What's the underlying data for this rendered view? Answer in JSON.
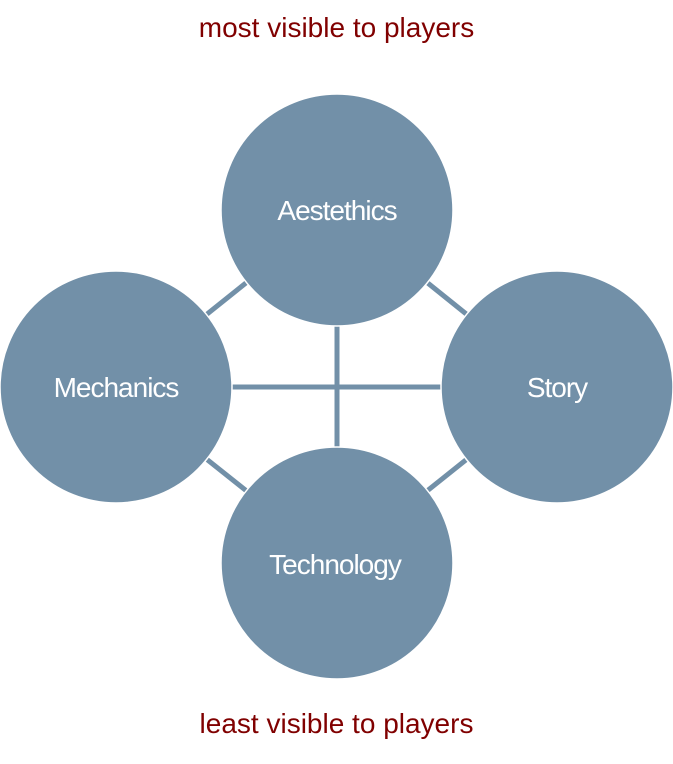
{
  "top_caption": "most visible to players",
  "bottom_caption": "least visible to players",
  "nodes": {
    "aesthetics": "Aestethics",
    "mechanics": "Mechanics",
    "story": "Story",
    "technology": "Technology"
  },
  "colors": {
    "node": "#7290a8",
    "caption": "#800000",
    "line": "#7290a8"
  }
}
